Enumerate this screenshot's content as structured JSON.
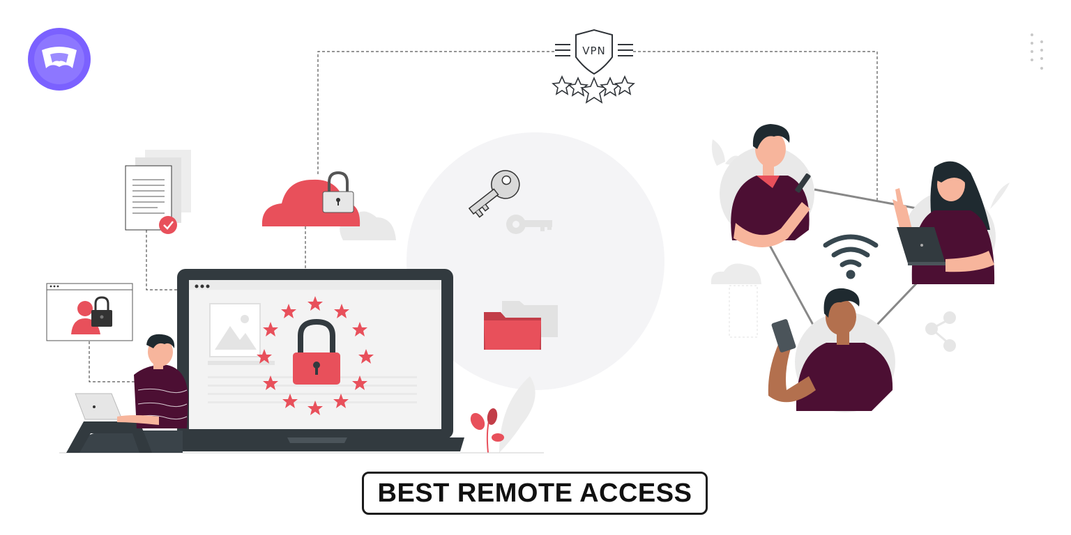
{
  "title": "BEST REMOTE ACCESS",
  "vpn_badge": {
    "label": "VPN",
    "stars": 5
  },
  "logo": {
    "icon": "brand-logo-icon",
    "color": "#7b61ff"
  },
  "colors": {
    "accent_red": "#e8505b",
    "dark_frame": "#323a3f",
    "shirt_purple": "#4c0f33",
    "skin_light": "#f7b59c",
    "skin_dark": "#b3704e",
    "gray_light": "#ebebeb"
  },
  "icons": [
    "document-check-icon",
    "cloud-lock-icon",
    "key-icon",
    "folder-icon",
    "user-lock-icon",
    "padlock-icon",
    "wifi-icon",
    "share-icon",
    "more-dots-icon"
  ]
}
